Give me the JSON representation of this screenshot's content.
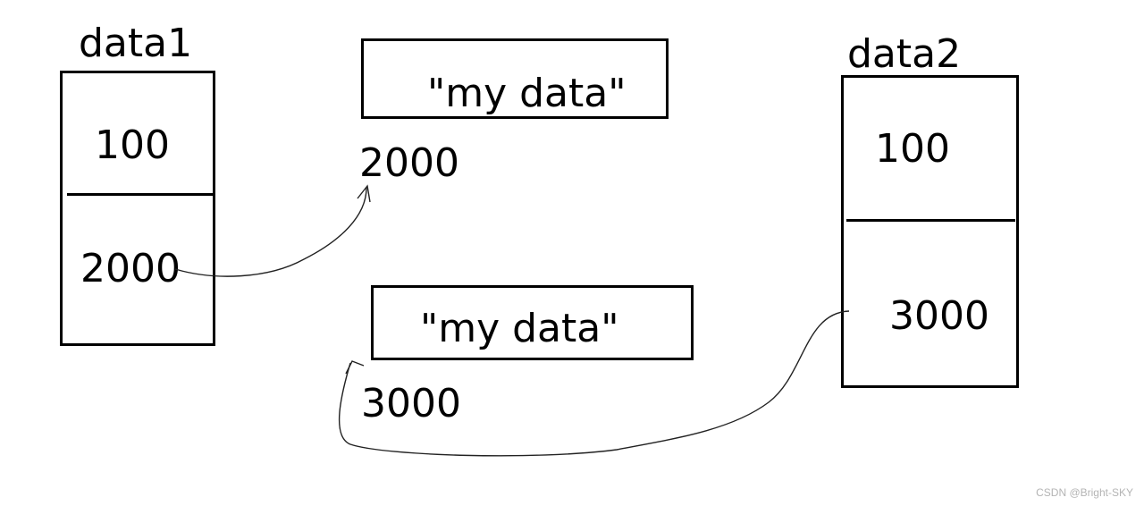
{
  "data1": {
    "title": "data1",
    "top_value": "100",
    "bottom_value": "2000"
  },
  "data2": {
    "title": "data2",
    "top_value": "100",
    "bottom_value": "3000"
  },
  "string_blocks": [
    {
      "text": "\"my data\"",
      "address": "2000"
    },
    {
      "text": "\"my data\"",
      "address": "3000"
    }
  ],
  "watermark": "CSDN @Bright-SKY"
}
